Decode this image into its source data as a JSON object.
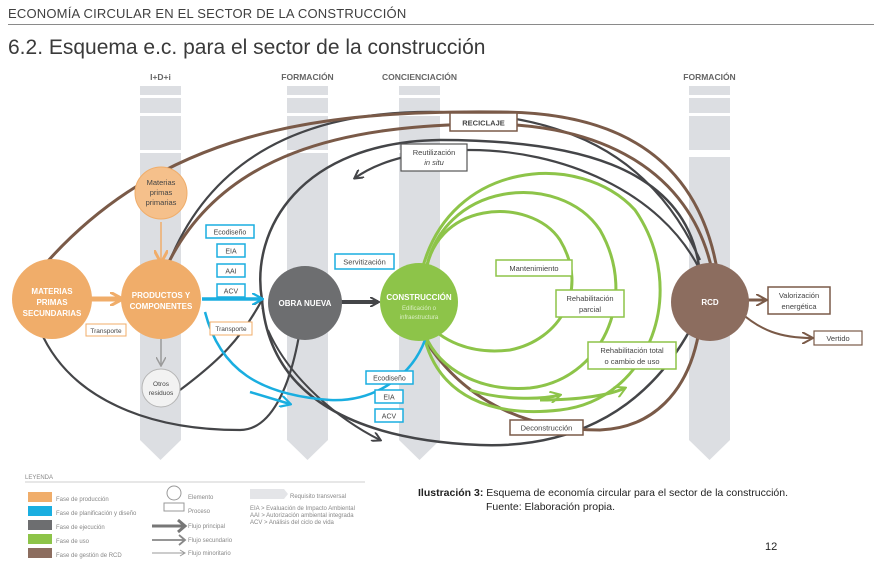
{
  "header": {
    "running_title": "ECONOMÍA CIRCULAR EN EL SECTOR DE LA CONSTRUCCIÓN",
    "section_title": "6.2.  Esquema e.c. para el sector de la construcción"
  },
  "diagram": {
    "columns": [
      "I+D+i",
      "FORMACIÓN",
      "CONCIENCIACIÓN",
      "FORMACIÓN"
    ],
    "nodes": {
      "mp_secundarias": [
        "MATERIAS",
        "PRIMAS",
        "SECUNDARIAS"
      ],
      "mp_primarias": [
        "Materias",
        "primas",
        "primarias"
      ],
      "productos": [
        "PRODUCTOS Y",
        "COMPONENTES"
      ],
      "otros_residuos": [
        "Otros",
        "residuos"
      ],
      "obra_nueva": "OBRA NUEVA",
      "construccion": "CONSTRUCCIÓN",
      "construccion_sub": [
        "Edificación o",
        "infraestructura"
      ],
      "rcd": "RCD"
    },
    "processes": {
      "reciclaje": "RECICLAJE",
      "reutilizacion": "Reutilización",
      "in_situ": "in situ",
      "transporte_1": "Transporte",
      "transporte_2": "Transporte",
      "ecodiseno_1": "Ecodiseño",
      "eia_1": "EIA",
      "aai": "AAI",
      "acv_1": "ACV",
      "servitizacion": "Servitización",
      "ecodiseno_2": "Ecodiseño",
      "eia_2": "EIA",
      "acv_2": "ACV",
      "mantenimiento": "Mantenimiento",
      "rehab_parcial": [
        "Rehabilitación",
        "parcial"
      ],
      "rehab_total": [
        "Rehabilitación total",
        "o cambio de uso"
      ],
      "deconstruccion": "Deconstrucción",
      "valorizacion": [
        "Valorización",
        "energética"
      ],
      "vertido": "Vertido"
    },
    "colors": {
      "produccion": "#f0ad6a",
      "planificacion": "#1aaee0",
      "ejecucion": "#6d6e70",
      "uso": "#8dc449",
      "rcd": "#8c6d5f",
      "transversal": "#dcdee2",
      "dark_flow": "#444548",
      "brown_flow": "#7a5a48"
    }
  },
  "legend": {
    "title": "LEYENDA",
    "phases": [
      "Fase de producción",
      "Fase de planificación y diseño",
      "Fase de ejecución",
      "Fase de uso",
      "Fase de gestión de RCD"
    ],
    "shapes": [
      "Elemento",
      "Proceso",
      "Flujo principal",
      "Flujo secundario",
      "Flujo minoritario"
    ],
    "transversal": "Requisito transversal",
    "abbreviations": [
      "EIA > Evaluación de Impacto Ambiental",
      "AAI > Autorización ambiental integrada",
      "ACV > Análisis del ciclo de vida"
    ]
  },
  "caption": {
    "label": "Ilustración 3:",
    "text": "Esquema de economía circular para el sector de la construcción.",
    "source": "Fuente: Elaboración propia."
  },
  "page_number": "12"
}
